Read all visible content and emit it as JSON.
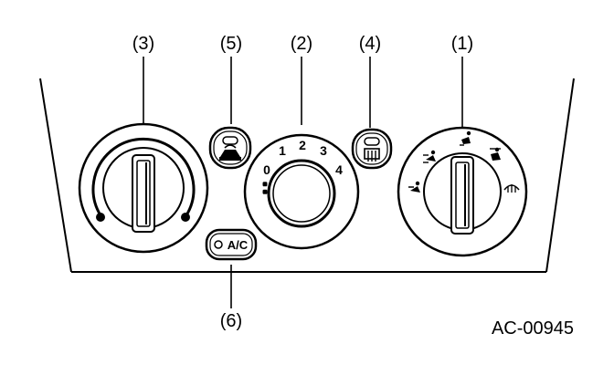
{
  "callouts": {
    "c1": "(1)",
    "c2": "(2)",
    "c3": "(3)",
    "c4": "(4)",
    "c5": "(5)",
    "c6": "(6)"
  },
  "fan_speeds": [
    "0",
    "1",
    "2",
    "3",
    "4"
  ],
  "ac_button_label": "A/C",
  "figure_id": "AC-00945",
  "icons": {
    "temperature_knob": "temperature-control-knob",
    "fan_knob": "fan-speed-knob",
    "mode_knob": "air-flow-mode-knob",
    "recirc_button": "air-inlet-select-icon",
    "rear_defog_button": "rear-defogger-icon",
    "ac_button": "ac-switch",
    "fan_symbol": "fan-icon",
    "mode_face": "vent-face-icon",
    "mode_bilevel": "bi-level-icon",
    "mode_foot": "foot-icon",
    "mode_foot_defrost": "foot-defrost-icon",
    "mode_defrost": "defrost-icon"
  }
}
